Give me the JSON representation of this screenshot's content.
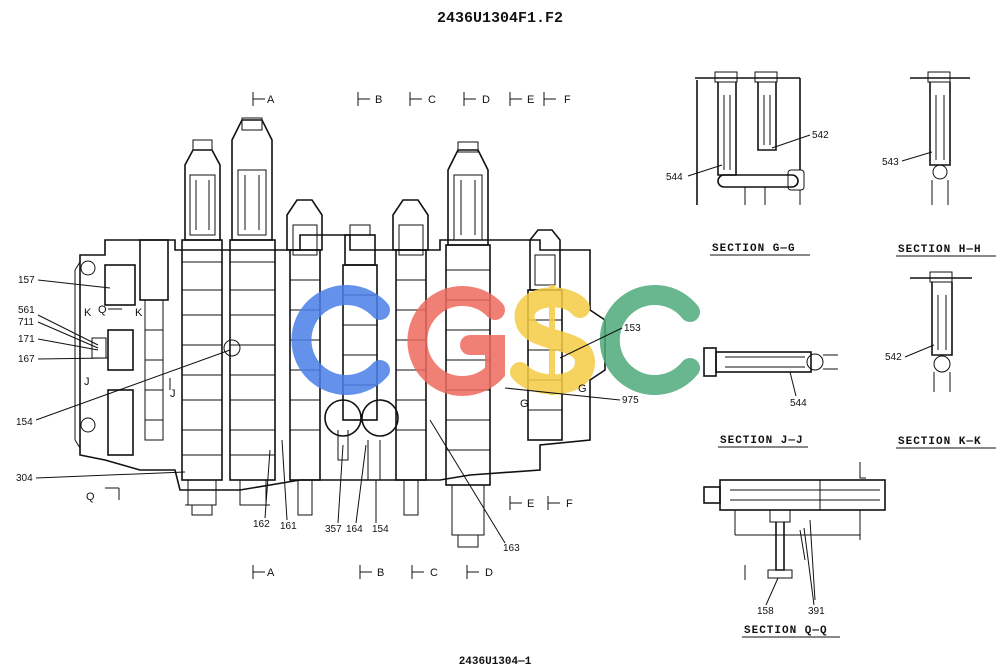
{
  "header": {
    "title": "2436U1304F1.F2"
  },
  "footer": {
    "code": "2436U1304—1"
  },
  "watermark": {
    "text": "CGSC",
    "colors": [
      "#4a7fe8",
      "#ee6a5e",
      "#f4cc43",
      "#4eaa7a"
    ]
  },
  "cut_top": [
    "A",
    "B",
    "C",
    "D",
    "E",
    "F"
  ],
  "cut_bottom": [
    "A",
    "B",
    "C",
    "D"
  ],
  "cut_right": [
    "E",
    "F"
  ],
  "cut_left": [
    "Q"
  ],
  "side_letters": {
    "k1": "K",
    "q": "Q",
    "k2": "K",
    "j1": "J",
    "j2": "J",
    "g1": "G",
    "g2": "G"
  },
  "part_labels": {
    "p157": "157",
    "p561": "561",
    "p711": "711",
    "p171": "171",
    "p167": "167",
    "p154a": "154",
    "p304": "304",
    "p162": "162",
    "p161": "161",
    "p357": "357",
    "p164": "164",
    "p154b": "154",
    "p163": "163",
    "p153": "153",
    "p975": "975",
    "p544a": "544",
    "p542a": "542",
    "p543": "543",
    "p542b": "542",
    "p544b": "544",
    "p158": "158",
    "p391": "391"
  },
  "sections": {
    "gg": "SECTION G—G",
    "hh": "SECTION H—H",
    "jj": "SECTION J—J",
    "kk": "SECTION K—K",
    "qq": "SECTION Q—Q"
  }
}
